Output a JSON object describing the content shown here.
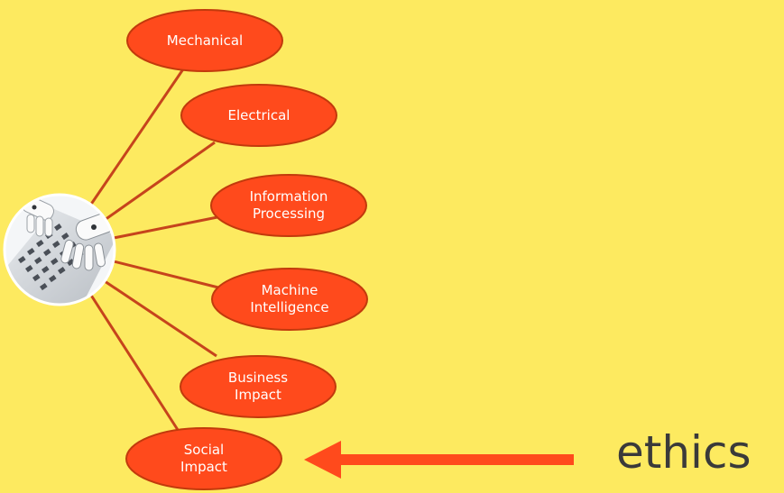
{
  "diagram": {
    "hub_image": "robot-hands-typing-on-keyboard",
    "nodes": [
      {
        "id": "mechanical",
        "label": "Mechanical"
      },
      {
        "id": "electrical",
        "label": "Electrical"
      },
      {
        "id": "information-processing",
        "label": "Information\nProcessing"
      },
      {
        "id": "machine-intelligence",
        "label": "Machine\nIntelligence"
      },
      {
        "id": "business-impact",
        "label": "Business\nImpact"
      },
      {
        "id": "social-impact",
        "label": "Social\nImpact"
      }
    ],
    "colors": {
      "background": "#fdea60",
      "node_fill": "#ff4a1c",
      "node_stroke": "#c23a0c",
      "connector": "#c6441c",
      "arrow": "#ff4a1c",
      "hub_ring": "#ffffff"
    }
  },
  "annotation": {
    "label": "ethics",
    "arrow_target": "social-impact"
  }
}
